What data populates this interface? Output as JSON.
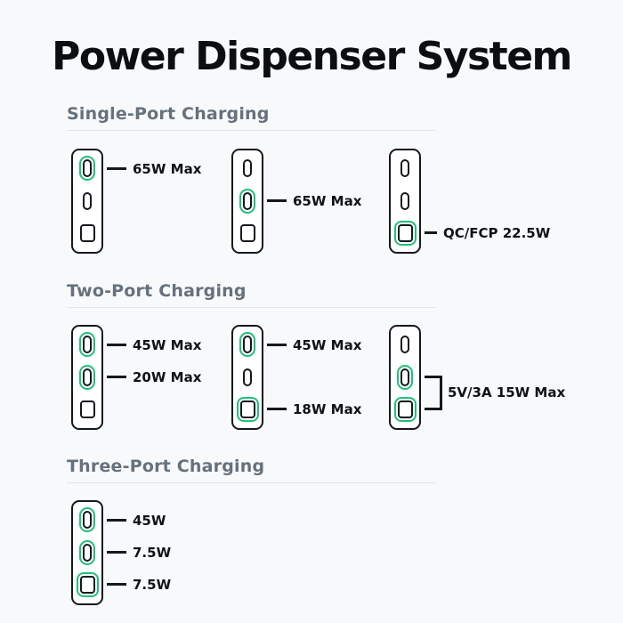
{
  "page": {
    "title": "Power Dispenser System",
    "colors": {
      "green": "#1fc178",
      "ink": "#15191e",
      "heading": "#66717c",
      "divider": "#e2e6ea",
      "bg": "#f7f9fa",
      "label": "#101216"
    }
  },
  "sections": [
    {
      "header": "Single-Port Charging",
      "chargers": [
        {
          "ports": [
            "usb-c",
            "usb-c",
            "usb-a"
          ],
          "active_ports": [
            "top"
          ],
          "labels": {
            "top": "65W Max"
          }
        },
        {
          "ports": [
            "usb-c",
            "usb-c",
            "usb-a"
          ],
          "active_ports": [
            "middle"
          ],
          "labels": {
            "middle": "65W Max"
          }
        },
        {
          "ports": [
            "usb-c",
            "usb-c",
            "usb-a"
          ],
          "active_ports": [
            "bottom"
          ],
          "labels": {
            "bottom": "QC/FCP 22.5W"
          }
        }
      ]
    },
    {
      "header": "Two-Port Charging",
      "chargers": [
        {
          "ports": [
            "usb-c",
            "usb-c",
            "usb-a"
          ],
          "active_ports": [
            "top",
            "middle"
          ],
          "labels": {
            "top": "45W Max",
            "middle": "20W Max"
          }
        },
        {
          "ports": [
            "usb-c",
            "usb-c",
            "usb-a"
          ],
          "active_ports": [
            "top",
            "bottom"
          ],
          "labels": {
            "top": "45W Max",
            "bottom": "18W Max"
          }
        },
        {
          "ports": [
            "usb-c",
            "usb-c",
            "usb-a"
          ],
          "active_ports": [
            "middle",
            "bottom"
          ],
          "labels": {
            "combined": "5V/3A 15W Max"
          }
        }
      ]
    },
    {
      "header": "Three-Port Charging",
      "chargers": [
        {
          "ports": [
            "usb-c",
            "usb-c",
            "usb-a"
          ],
          "active_ports": [
            "top",
            "middle",
            "bottom"
          ],
          "labels": {
            "top": "45W",
            "middle": "7.5W",
            "bottom": "7.5W"
          }
        }
      ]
    }
  ]
}
